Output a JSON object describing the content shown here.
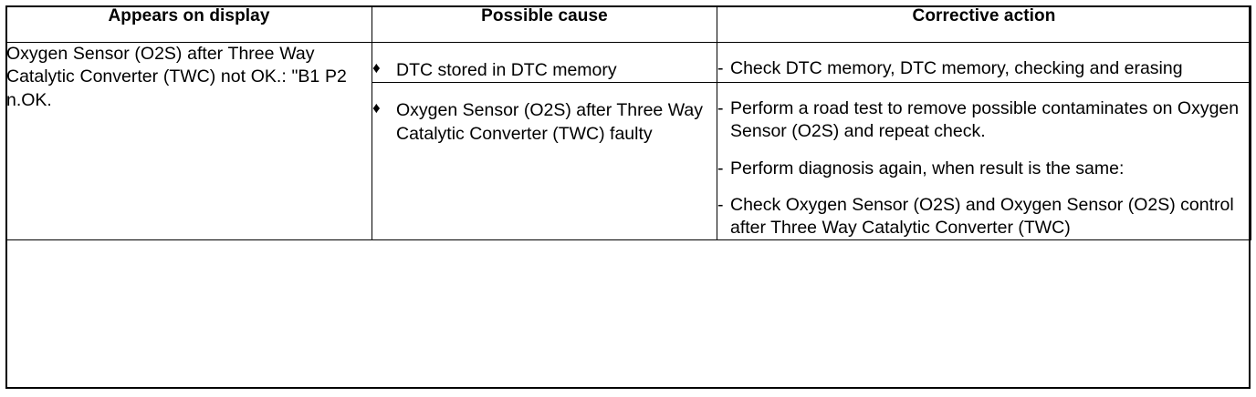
{
  "table": {
    "headers": [
      "Appears on display",
      "Possible cause",
      "Corrective action"
    ],
    "display_cell": {
      "text": "Oxygen Sensor (O2S) after Three Way Catalytic Converter (TWC) not OK.: \"B1 P2 n.OK."
    },
    "bullet_glyph": "♦",
    "dash_glyph": "-",
    "rows": [
      {
        "cause": "DTC stored in DTC memory",
        "actions": [
          "Check DTC memory, DTC memory, checking and erasing"
        ]
      },
      {
        "cause": "Oxygen Sensor (O2S) after Three Way Catalytic Converter (TWC) faulty",
        "actions": [
          "Perform a road test to remove possible contaminates on Oxygen Sensor (O2S) and repeat check.",
          "Perform diagnosis again, when result is the same:",
          "Check Oxygen Sensor (O2S) and Oxygen Sensor (O2S) control after Three Way Catalytic Converter (TWC)"
        ]
      }
    ]
  },
  "colors": {
    "border": "#000000",
    "background": "#ffffff",
    "text": "#000000"
  }
}
